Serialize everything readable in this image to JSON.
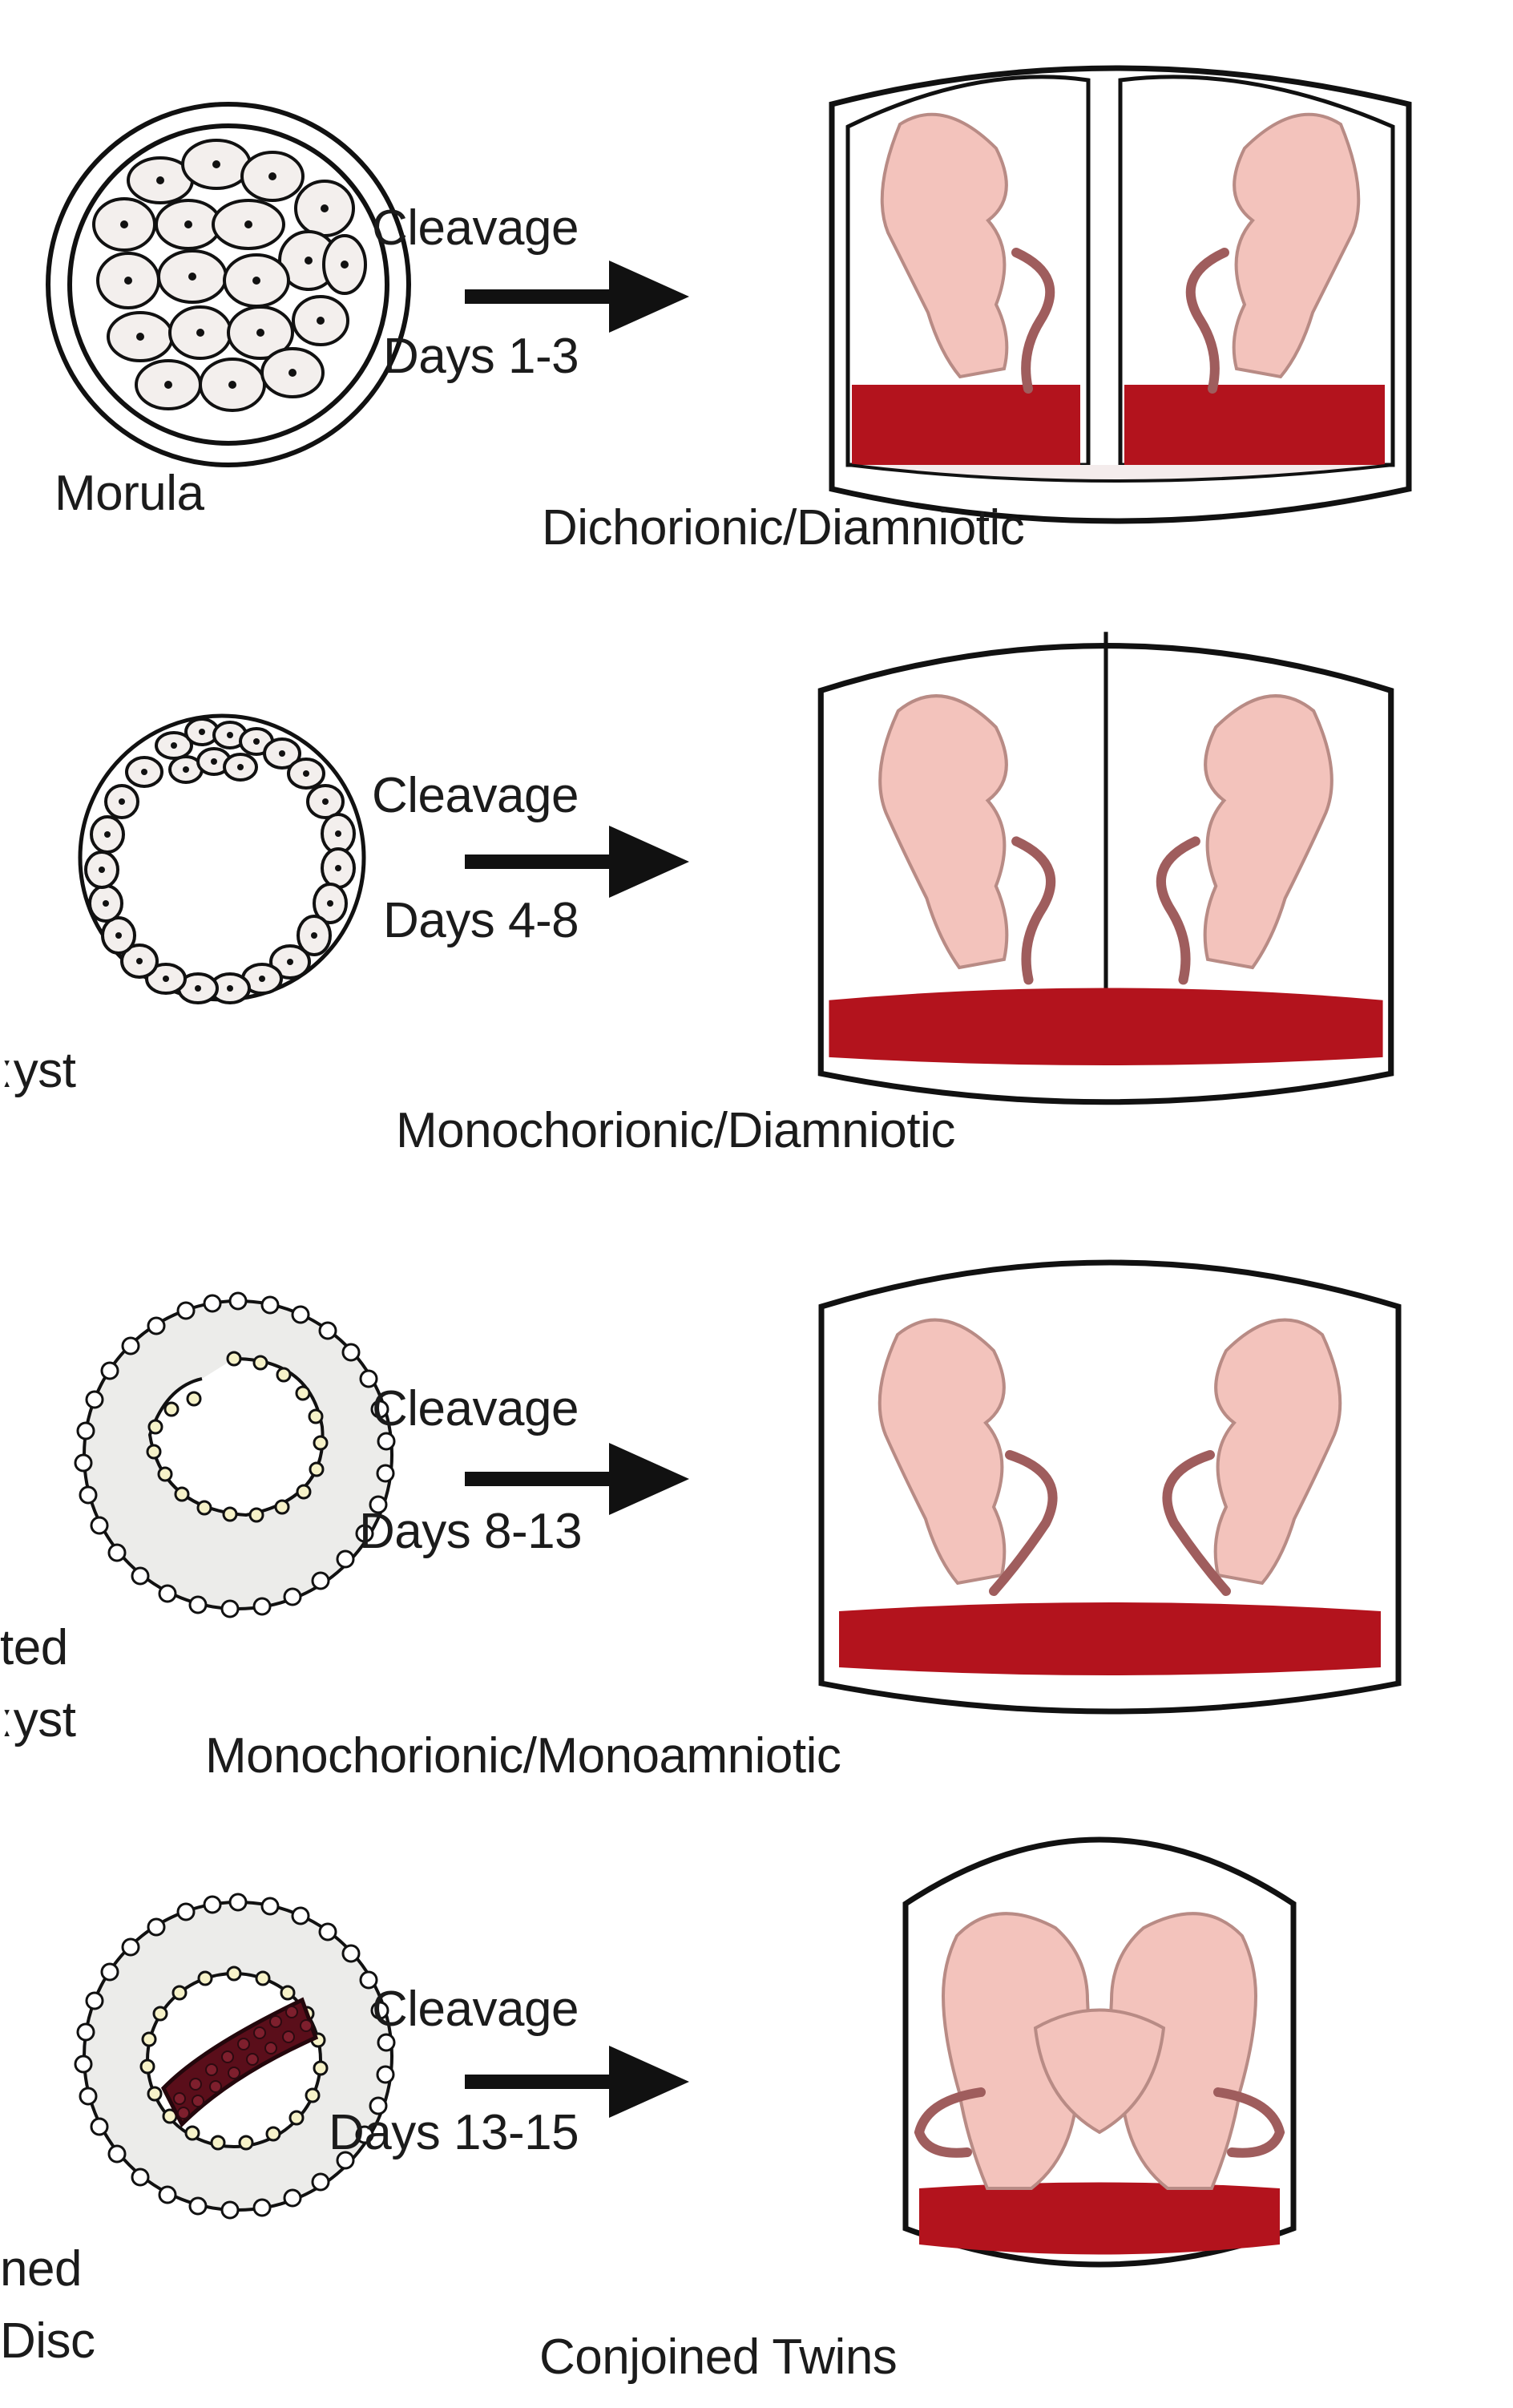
{
  "rows": [
    {
      "stage": "Morula",
      "cleavage": "Cleavage",
      "days": "Days 1-3",
      "outcome": "Dichorionic/Diamniotic"
    },
    {
      "stage": "ːyst",
      "cleavage": "Cleavage",
      "days": "Days 4-8",
      "outcome": "Monochorionic/Diamniotic"
    },
    {
      "stage_line1": "ted",
      "stage_line2": "ːyst",
      "cleavage": "Cleavage",
      "days": "Days 8-13",
      "outcome": "Monochorionic/Monoamniotic"
    },
    {
      "stage_line1": "ned",
      "stage_line2": "Disc",
      "cleavage": "Cleavage",
      "days": "Days 13-15",
      "outcome": "Conjoined Twins"
    }
  ],
  "colors": {
    "placenta": "#b3131d",
    "fetus": "#f3c3bc",
    "outline": "#111111",
    "embryo_fill": "#f1ecea"
  }
}
